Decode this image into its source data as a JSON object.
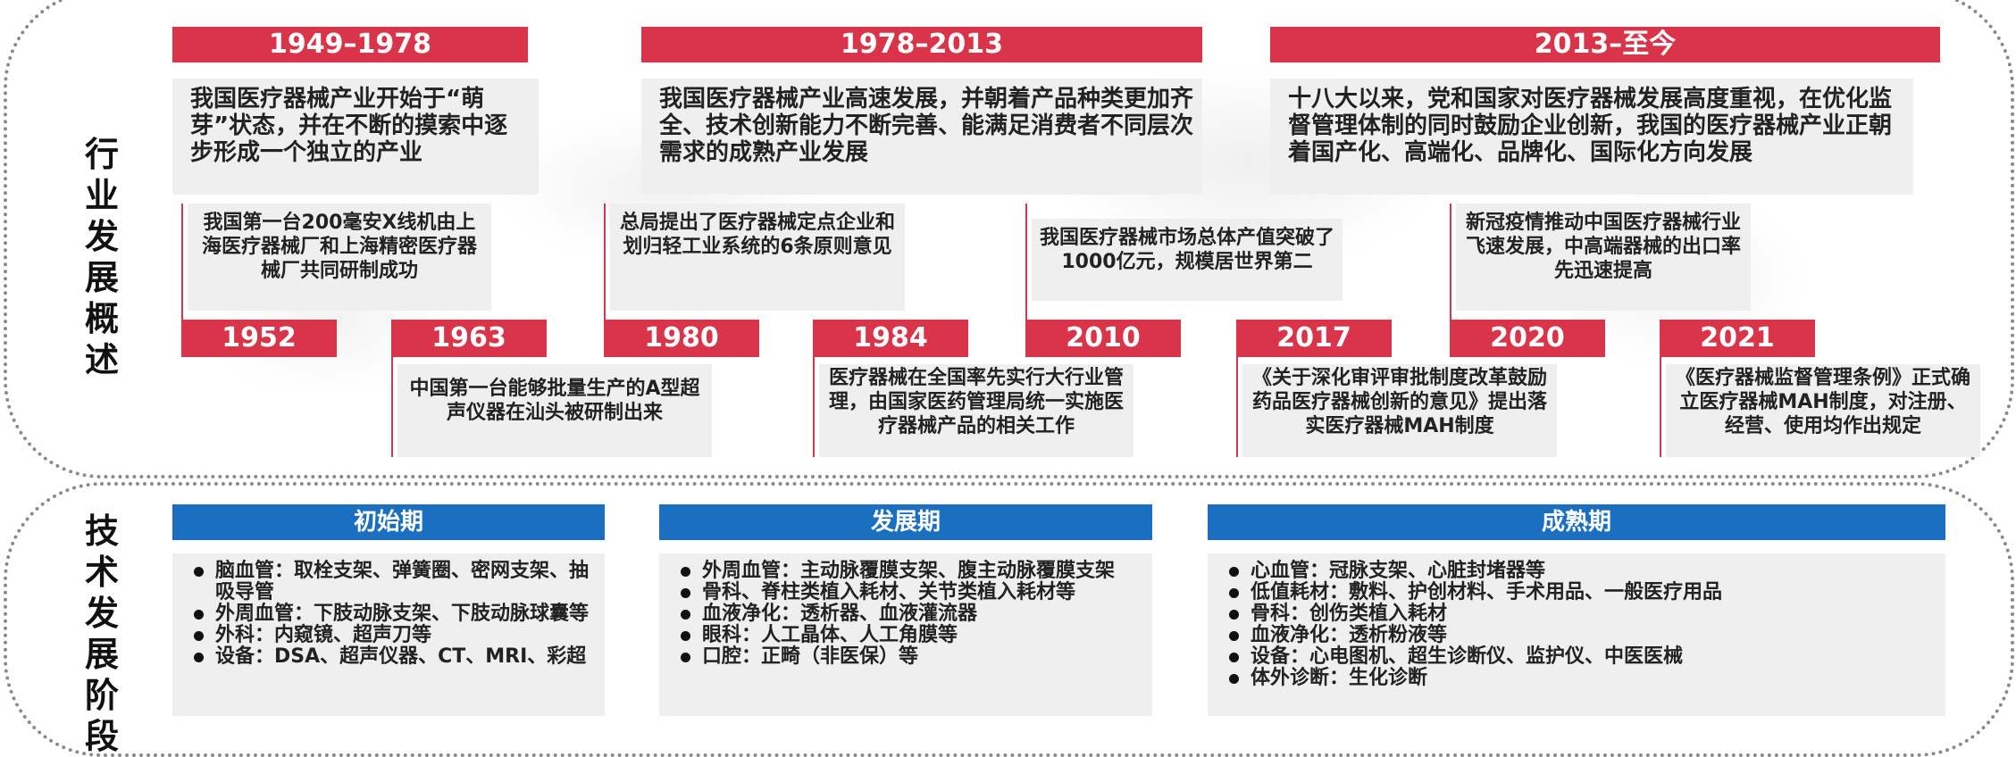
{
  "side_titles": {
    "industry": "行\n业\n发\n展\n概\n述",
    "tech": "技\n术\n发\n展\n阶\n段"
  },
  "eras": [
    {
      "label": "1949–1978",
      "text": "我国医疗器械产业开始于“萌芽”状态，并在不断的摸索中逐步形成一个独立的产业"
    },
    {
      "label": "1978–2013",
      "text": "我国医疗器械产业高速发展，并朝着产品种类更加齐全、技术创新能力不断完善、能满足消费者不同层次需求的成熟产业发展"
    },
    {
      "label": "2013–至今",
      "text": "十八大以来，党和国家对医疗器械发展高度重视，在优化监督管理体制的同时鼓励企业创新，我国的医疗器械产业正朝着国产化、高端化、品牌化、国际化方向发展"
    }
  ],
  "events_upper": [
    {
      "year": "1952",
      "text": "我国第一台200毫安X线机由上海医疗器械厂和上海精密医疗器械厂共同研制成功"
    },
    {
      "year": "1980",
      "text": "总局提出了医疗器械定点企业和划归轻工业系统的6条原则意见"
    },
    {
      "year": "2010",
      "text": "我国医疗器械市场总体产值突破了1000亿元，规模居世界第二"
    },
    {
      "year": "2020",
      "text": "新冠疫情推动中国医疗器械行业飞速发展，中高端器械的出口率先迅速提高"
    }
  ],
  "events_lower": [
    {
      "year": "1963",
      "text": "中国第一台能够批量生产的A型超声仪器在汕头被研制出来"
    },
    {
      "year": "1984",
      "text": "医疗器械在全国率先实行大行业管理，由国家医药管理局统一实施医疗器械产品的相关工作"
    },
    {
      "year": "2017",
      "text": "《关于深化审评审批制度改革鼓励药品医疗器械创新的意见》提出落实医疗器械MAH制度"
    },
    {
      "year": "2021",
      "text": "《医疗器械监督管理条例》正式确立医疗器械MAH制度，对注册、经营、使用均作出规定"
    }
  ],
  "stages": [
    {
      "label": "初始期",
      "items": [
        "脑血管：取栓支架、弹簧圈、密网支架、抽吸导管",
        "外周血管：下肢动脉支架、下肢动脉球囊等",
        "外科：内窥镜、超声刀等",
        "设备：DSA、超声仪器、CT、MRI、彩超"
      ]
    },
    {
      "label": "发展期",
      "items": [
        "外周血管：主动脉覆膜支架、腹主动脉覆膜支架",
        "骨科、脊柱类植入耗材、关节类植入耗材等",
        "血液净化：透析器、血液灌流器",
        "眼科：人工晶体、人工角膜等",
        "口腔：正畸（非医保）等"
      ]
    },
    {
      "label": "成熟期",
      "items": [
        "心血管：冠脉支架、心脏封堵器等",
        "低值耗材：敷料、护创材料、手术用品、一般医疗用品",
        "骨科：创伤类植入耗材",
        "血液净化：透析粉液等",
        "设备：心电图机、超生诊断仪、监护仪、中医医械",
        "体外诊断：生化诊断"
      ]
    }
  ],
  "colors": {
    "red": "#d9344a",
    "blue": "#1a6fc0",
    "panel_gray": "#efefef"
  }
}
